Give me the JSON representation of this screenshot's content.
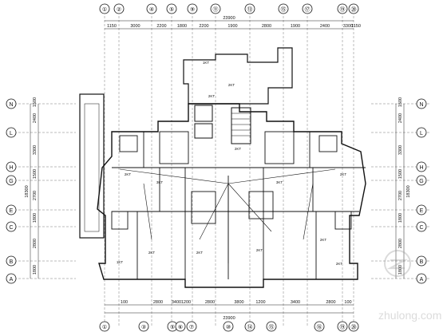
{
  "top_axes": [
    "①",
    "②",
    "④",
    "⑤",
    "⑨",
    "⑪",
    "⑬",
    "⑮",
    "⑰",
    "⑲",
    "⑳"
  ],
  "bottom_axes": [
    "①",
    "③",
    "⑤",
    "⑥",
    "⑦",
    "⑩",
    "⑭",
    "⑮",
    "⑯",
    "⑲",
    "⑳"
  ],
  "left_axes": [
    "N",
    "L",
    "H",
    "G",
    "E",
    "C",
    "B",
    "A"
  ],
  "right_axes": [
    "N",
    "L",
    "H",
    "G",
    "E",
    "C",
    "B",
    "A"
  ],
  "top_dims": [
    "1150",
    "3000",
    "2200",
    "1800",
    "2200",
    "1900",
    "2800",
    "1900",
    "2400",
    "3300",
    "1150"
  ],
  "top_total": "23900",
  "bottom_dims": [
    "100",
    "2800",
    "3400",
    "1200",
    "2800",
    "3800",
    "1200",
    "3400",
    "2800",
    "100"
  ],
  "bottom_total": "23900",
  "side_dims": [
    "1500",
    "2400",
    "3300",
    "1500",
    "2700",
    "1800",
    "2800",
    "1800"
  ],
  "side_total": "18300",
  "room_labels": [
    "1KT",
    "2KT",
    "2KT",
    "2KT",
    "3KT",
    "2KT",
    "3KT",
    "2KT",
    "1KT",
    "2KT",
    "2KT",
    "2KT",
    "2KT",
    "2KT"
  ],
  "watermark": {
    "site": "zhulong.com",
    "icon": "zhulong-logo-icon"
  }
}
